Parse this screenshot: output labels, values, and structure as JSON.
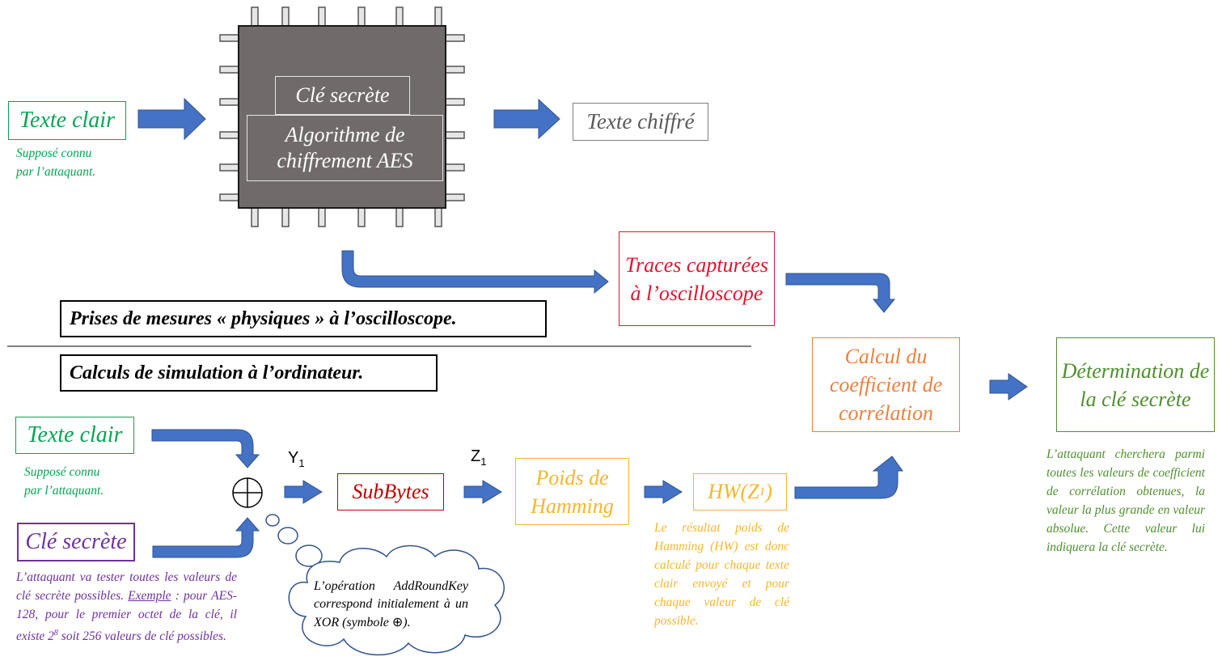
{
  "chip": {
    "key_label": "Clé secrète",
    "algo_label": "Algorithme de chiffrement AES"
  },
  "top": {
    "plaintext": "Texte clair",
    "plaintext_note_line1": "Supposé connu",
    "plaintext_note_line2": "par l’attaquant.",
    "ciphertext": "Texte chiffré",
    "traces": "Traces capturées à l’oscilloscope"
  },
  "banners": {
    "physical": "Prises de mesures « physiques » à l’oscilloscope.",
    "simulation": "Calculs de simulation à l’ordinateur."
  },
  "bottom": {
    "plaintext": "Texte clair",
    "plaintext_note_line1": "Supposé connu",
    "plaintext_note_line2": "par l’attaquant.",
    "key": "Clé secrète",
    "key_note_line1": "L’attaquant va tester toutes les valeurs de clé secrète possibles.",
    "key_note_example_label": "Exemple",
    "key_note_example_text": " : pour AES-128, pour le premier octet de la clé, il existe 2",
    "key_note_exp": "8",
    "key_note_end": "soit 256 valeurs de clé possibles.",
    "xor_symbol": "⊕",
    "y_label": "Y",
    "z_label": "Z",
    "subscript": "1",
    "subbytes": "SubBytes",
    "hamming": "Poids de Hamming",
    "hw_prefix": "HW(Z",
    "hw_sub": "1",
    "hw_suffix": ")",
    "hw_note": "Le résultat poids de Hamming (HW) est donc calculé pour chaque texte clair envoyé et pour chaque valeur de clé possible.",
    "cloud_text_a": "L’opération AddRoundKey correspond initialement à un XOR (symbole ",
    "cloud_symbol": "⊕",
    "cloud_text_b": ")."
  },
  "right": {
    "correlation": "Calcul du coefficient de corrélation",
    "determination": "Détermination de la clé secrète",
    "determination_note": "L’attaquant cherchera parmi toutes les valeurs de coefficient de corrélation obtenues, la valeur la plus grande en valeur absolue. Cette valeur lui indiquera la clé secrète."
  },
  "colors": {
    "green": "#00a651",
    "gray_text": "#595959",
    "red": "#e8112d",
    "orange": "#f07f3c",
    "yellow": "#f7b52c",
    "dark_green": "#4e8f2e",
    "purple": "#7030a0",
    "dark_red": "#c00000",
    "arrow_blue": "#4472c4",
    "chip_gray": "#706b6a"
  }
}
